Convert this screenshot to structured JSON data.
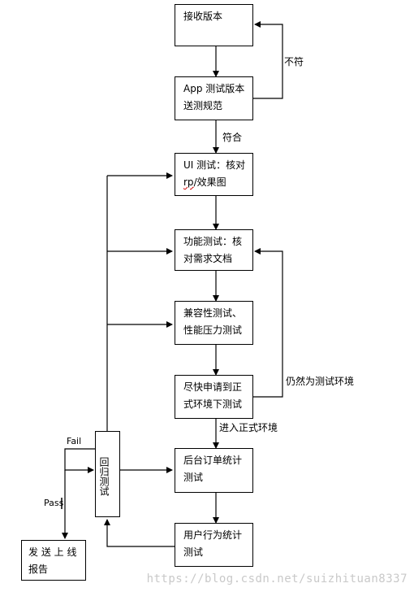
{
  "nodes": {
    "receive": "接收版本",
    "app_test_line1": "App 测试版本",
    "app_test_line2": "送测规范",
    "ui_test_line1": "UI 测试：核对",
    "ui_test_rp": "rp",
    "ui_test_rest": "/效果图",
    "func_line1": "功能测试：核",
    "func_line2": "对需求文档",
    "compat_line1": "兼容性测试、",
    "compat_line2": "性能压力测试",
    "apply_line1": "尽快申请到正",
    "apply_line2": "式环境下测试",
    "order_line1": "后台订单统计",
    "order_line2": "测试",
    "user_line1": "用户行为统计",
    "user_line2": "测试",
    "regression": "回归测试",
    "report_line1": "发 送 上 线",
    "report_line2": "报告"
  },
  "edge_labels": {
    "not_match": "不符",
    "match": "符合",
    "still_test_env": "仍然为测试环境",
    "enter_prod": "进入正式环境",
    "fail": "Fail",
    "pass": "Pass"
  },
  "watermark": "https://blog.csdn.net/suizhituan8337"
}
